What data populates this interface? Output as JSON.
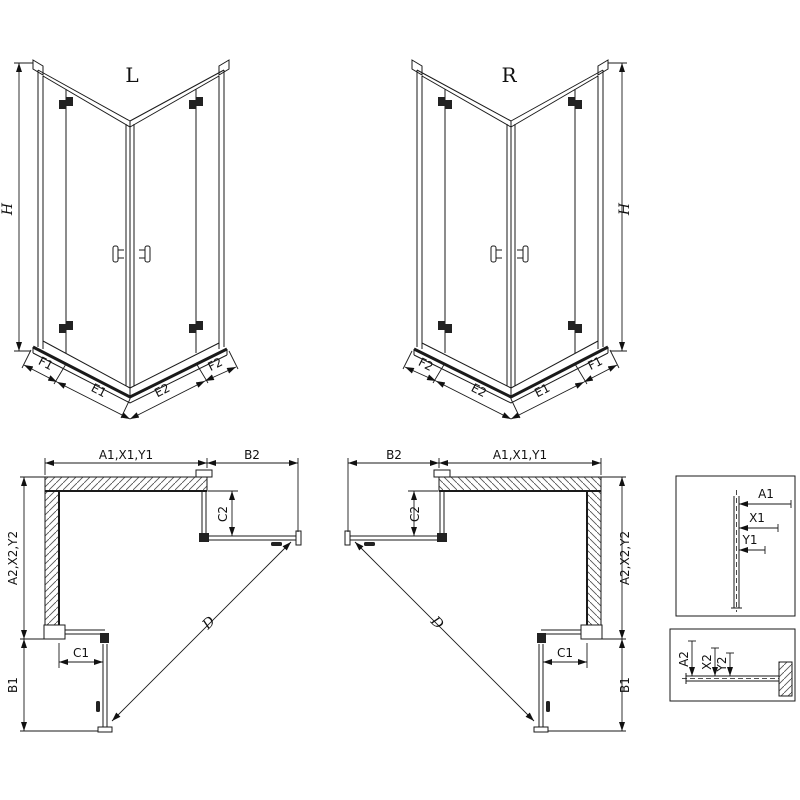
{
  "colors": {
    "line": "#1a1a1a",
    "background": "#ffffff"
  },
  "front_left": {
    "variant_label": "L",
    "height_label": "H",
    "bottom_labels": {
      "f1": "F1",
      "e1": "E1",
      "e2": "E2",
      "f2": "F2"
    }
  },
  "front_right": {
    "variant_label": "R",
    "height_label": "H",
    "bottom_labels": {
      "f2": "F2",
      "e2": "E2",
      "e1": "E1",
      "f1": "F1"
    }
  },
  "plan_left": {
    "top_width_label": "A1,X1,Y1",
    "door_projection_label": "B2",
    "fixed_right_label": "C2",
    "depth_label": "A2,X2,Y2",
    "fixed_bottom_label": "C1",
    "door_projection_bottom_label": "B1",
    "diagonal_label": "D"
  },
  "plan_right": {
    "top_width_label": "A1,X1,Y1",
    "door_projection_label": "B2",
    "fixed_left_label": "C2",
    "depth_label": "A2,X2,Y2",
    "fixed_bottom_label": "C1",
    "door_projection_bottom_label": "B1",
    "diagonal_label": "D"
  },
  "detail_top": {
    "labels": [
      "A1",
      "X1",
      "Y1"
    ]
  },
  "detail_bottom": {
    "labels": [
      "A2",
      "X2",
      "Y2"
    ]
  }
}
